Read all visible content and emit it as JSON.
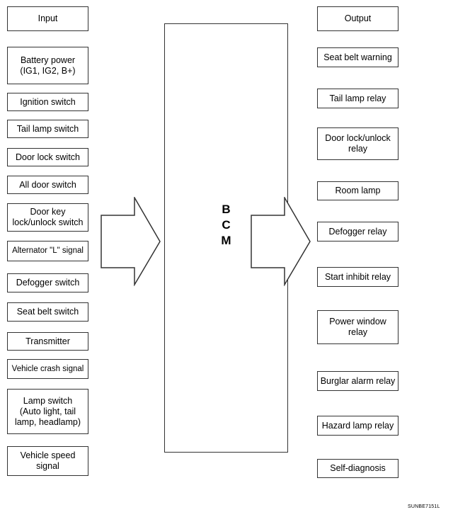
{
  "inputs": {
    "header": "Input",
    "items": [
      "Battery power\n(IG1, IG2, B+)",
      "Ignition switch",
      "Tail lamp switch",
      "Door lock switch",
      "All door switch",
      "Door key\nlock/unlock switch",
      "Alternator \"L\" signal",
      "Defogger switch",
      "Seat belt switch",
      "Transmitter",
      "Vehicle crash signal",
      "Lamp switch\n(Auto light, tail\nlamp, headlamp)",
      "Vehicle speed\nsignal"
    ]
  },
  "outputs": {
    "header": "Output",
    "items": [
      "Seat belt warning",
      "Tail lamp relay",
      "Door lock/unlock\nrelay",
      "Room lamp",
      "Defogger relay",
      "Start inhibit relay",
      "Power window\nrelay",
      "Burglar alarm relay",
      "Hazard lamp relay",
      "Self-diagnosis"
    ]
  },
  "bcm": {
    "letters": [
      "B",
      "C",
      "M"
    ]
  },
  "figure_code": "SUNBE7151L"
}
